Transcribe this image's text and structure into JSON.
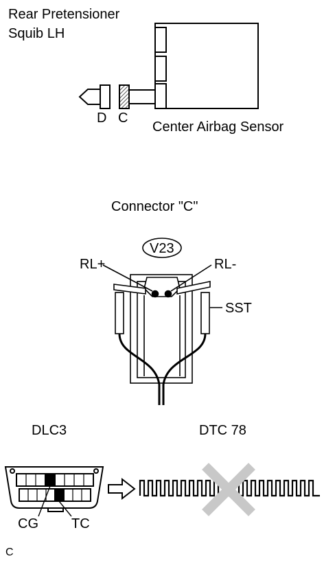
{
  "top_panel": {
    "squib_label_line1": "Rear Pretensioner",
    "squib_label_line2": "Squib LH",
    "connector_d_label": "D",
    "connector_c_label": "C",
    "sensor_label": "Center Airbag Sensor"
  },
  "middle_panel": {
    "connector_title": "Connector \"C\"",
    "connector_code": "V23",
    "terminal_plus_label": "RL+",
    "terminal_minus_label": "RL-",
    "tool_label": "SST"
  },
  "bottom_panel": {
    "dlc_label": "DLC3",
    "dtc_label": "DTC 78",
    "cg_label": "CG",
    "tc_label": "TC",
    "pulse_status": "not-output"
  },
  "figure_letter": "C",
  "colors": {
    "line": "#000000",
    "hatch": "#555555",
    "cross": "#c8c8c8",
    "fill_dark": "#000000"
  }
}
